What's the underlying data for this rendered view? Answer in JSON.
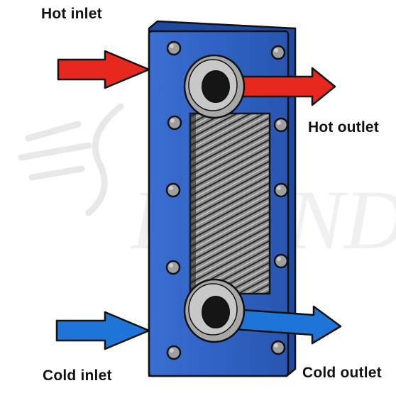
{
  "labels": {
    "hot_inlet": "Hot inlet",
    "hot_outlet": "Hot outlet",
    "cold_inlet": "Cold inlet",
    "cold_outlet": "Cold outlet"
  },
  "watermark": "EVERAND",
  "colors": {
    "hot_flow": "#e8281e",
    "cold_flow": "#1f74d8",
    "frame": "#2f62c4",
    "port_ring": "#b0b0b0",
    "plate": "#8c8c8c",
    "outline": "#111111"
  }
}
